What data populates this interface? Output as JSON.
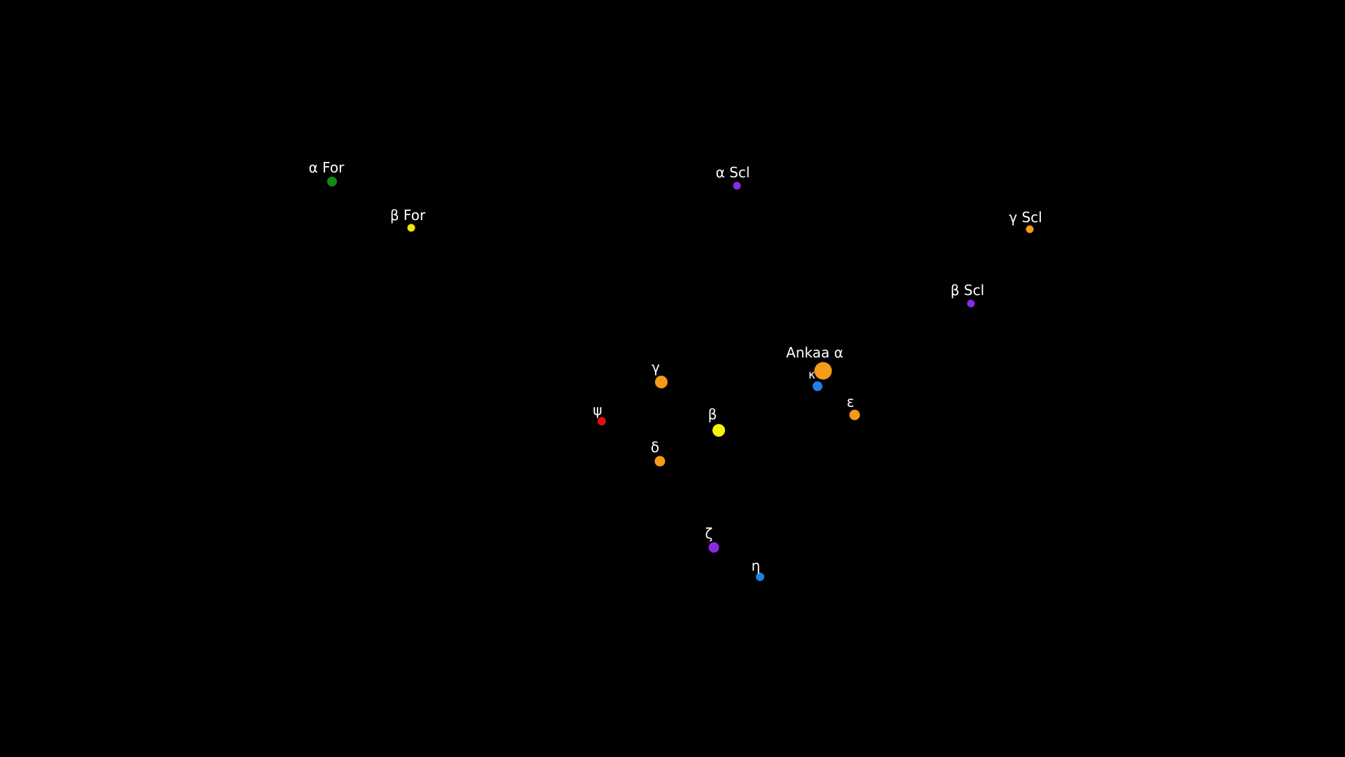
{
  "stars": [
    {
      "label": "α For",
      "color": "#138a13"
    },
    {
      "label": "β For",
      "color": "#f5e60a"
    },
    {
      "label": "α Scl",
      "color": "#8a2be2"
    },
    {
      "label": "γ Scl",
      "color": "#f59b1a"
    },
    {
      "label": "β Scl",
      "color": "#8a2be2"
    },
    {
      "label": "Ankaa α",
      "color": "#f59b1a"
    },
    {
      "label": "κ",
      "color": "#1e7fe6"
    },
    {
      "label": "γ",
      "color": "#f59b1a"
    },
    {
      "label": "ε",
      "color": "#f59b1a"
    },
    {
      "label": "ψ",
      "color": "#e01010"
    },
    {
      "label": "β",
      "color": "#f5f50a"
    },
    {
      "label": "δ",
      "color": "#f59b1a"
    },
    {
      "label": "ζ",
      "color": "#8a2be2"
    },
    {
      "label": "η",
      "color": "#1e7fe6"
    }
  ]
}
